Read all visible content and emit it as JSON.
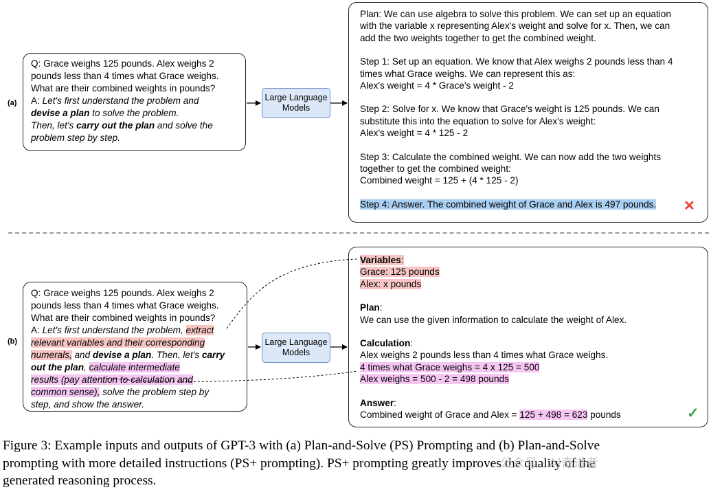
{
  "panel_a": {
    "label": "(a)",
    "question_lines": [
      "Q: Grace weighs 125 pounds. Alex weighs 2",
      "pounds less than 4 times what Grace weighs.",
      "What are their combined weights in pounds?"
    ],
    "prompt": {
      "l1_a": "A: ",
      "l1_b": "Let's first understand the problem and",
      "l2_bold": "devise a plan",
      "l2_rest": " to solve the problem.",
      "l3_a": "Then, let's ",
      "l3_bold": "carry out the plan",
      "l3_rest": " and solve the",
      "l4": "problem step by step."
    },
    "model_label": [
      "Large Language",
      "Models"
    ],
    "output": {
      "plan": [
        "Plan: We can use algebra to solve this problem. We can set up an equation",
        "with the variable x representing Alex's weight and solve for x. Then, we can",
        "add the two weights together to get the combined weight."
      ],
      "step1": [
        "Step 1: Set up an equation. We know that Alex weighs 2 pounds less than 4",
        "times what Grace weighs. We can represent this as:",
        "Alex's weight = 4 * Grace's weight - 2"
      ],
      "step2": [
        "Step 2: Solve for x. We know that Grace's weight is 125 pounds. We can",
        "substitute this into the equation to solve for Alex's weight:",
        "Alex's weight = 4 * 125 - 2"
      ],
      "step3": [
        "Step 3: Calculate the combined weight. We can now add the two weights",
        "together to get the combined weight:",
        "Combined weight = 125 + (4 * 125 - 2)"
      ],
      "step4": "Step 4: Answer. The combined weight of Grace and Alex is 497 pounds.",
      "mark": "✕",
      "mark_color": "#e8412c"
    }
  },
  "panel_b": {
    "label": "(b)",
    "question_lines": [
      "Q: Grace weighs 125 pounds. Alex weighs 2",
      "pounds less than 4 times what Grace weighs.",
      "What are their combined weights in pounds?"
    ],
    "prompt": {
      "l1_a": "A: ",
      "l1_b": "Let's first understand the problem, ",
      "l1_hl": "extract",
      "l2_hl": "relevant variables and their corresponding",
      "l3_hl": "numerals,",
      "l3_b": " and ",
      "l3_bold": "devise a plan",
      "l3_c": ". Then, let's ",
      "l3_bold2": "carry",
      "l4_bold": "out the plan",
      "l4_b": ", ",
      "l4_hl": "calculate intermediate",
      "l5_hl": "results (pay attention to calculation and",
      "l6_hl": "common sense),",
      "l6_b": " solve the problem step by",
      "l7": "step, and show the answer."
    },
    "model_label": [
      "Large Language",
      "Models"
    ],
    "output": {
      "variables_title": "Variables",
      "variables_colon": ":",
      "variables": [
        "Grace: 125 pounds",
        "Alex: x pounds"
      ],
      "plan_title": "Plan",
      "plan_colon": ":",
      "plan_text": "We can use the given information to calculate the weight of Alex.",
      "calc_title": "Calculation",
      "calc_colon": ":",
      "calc_line1": "Alex weighs 2 pounds less than 4 times what Grace weighs.",
      "calc_hl": [
        "4 times what Grace weighs = 4 x 125 = 500",
        "Alex weighs = 500 - 2 = 498 pounds"
      ],
      "answer_title": "Answer",
      "answer_colon": ":",
      "answer_a": "Combined weight of Grace and Alex = ",
      "answer_hl": "125 + 498 = 623",
      "answer_b": " pounds",
      "mark": "✓",
      "mark_color": "#2fa84f"
    }
  },
  "caption": [
    "Figure 3: Example inputs and outputs of GPT-3 with (a) Plan-and-Solve (PS) Prompting and (b) Plan-and-Solve",
    "prompting with more detailed instructions (PS+ prompting). PS+ prompting greatly improves the quality of the",
    "generated reasoning process."
  ],
  "watermark": "公众号 · AI奇进者"
}
